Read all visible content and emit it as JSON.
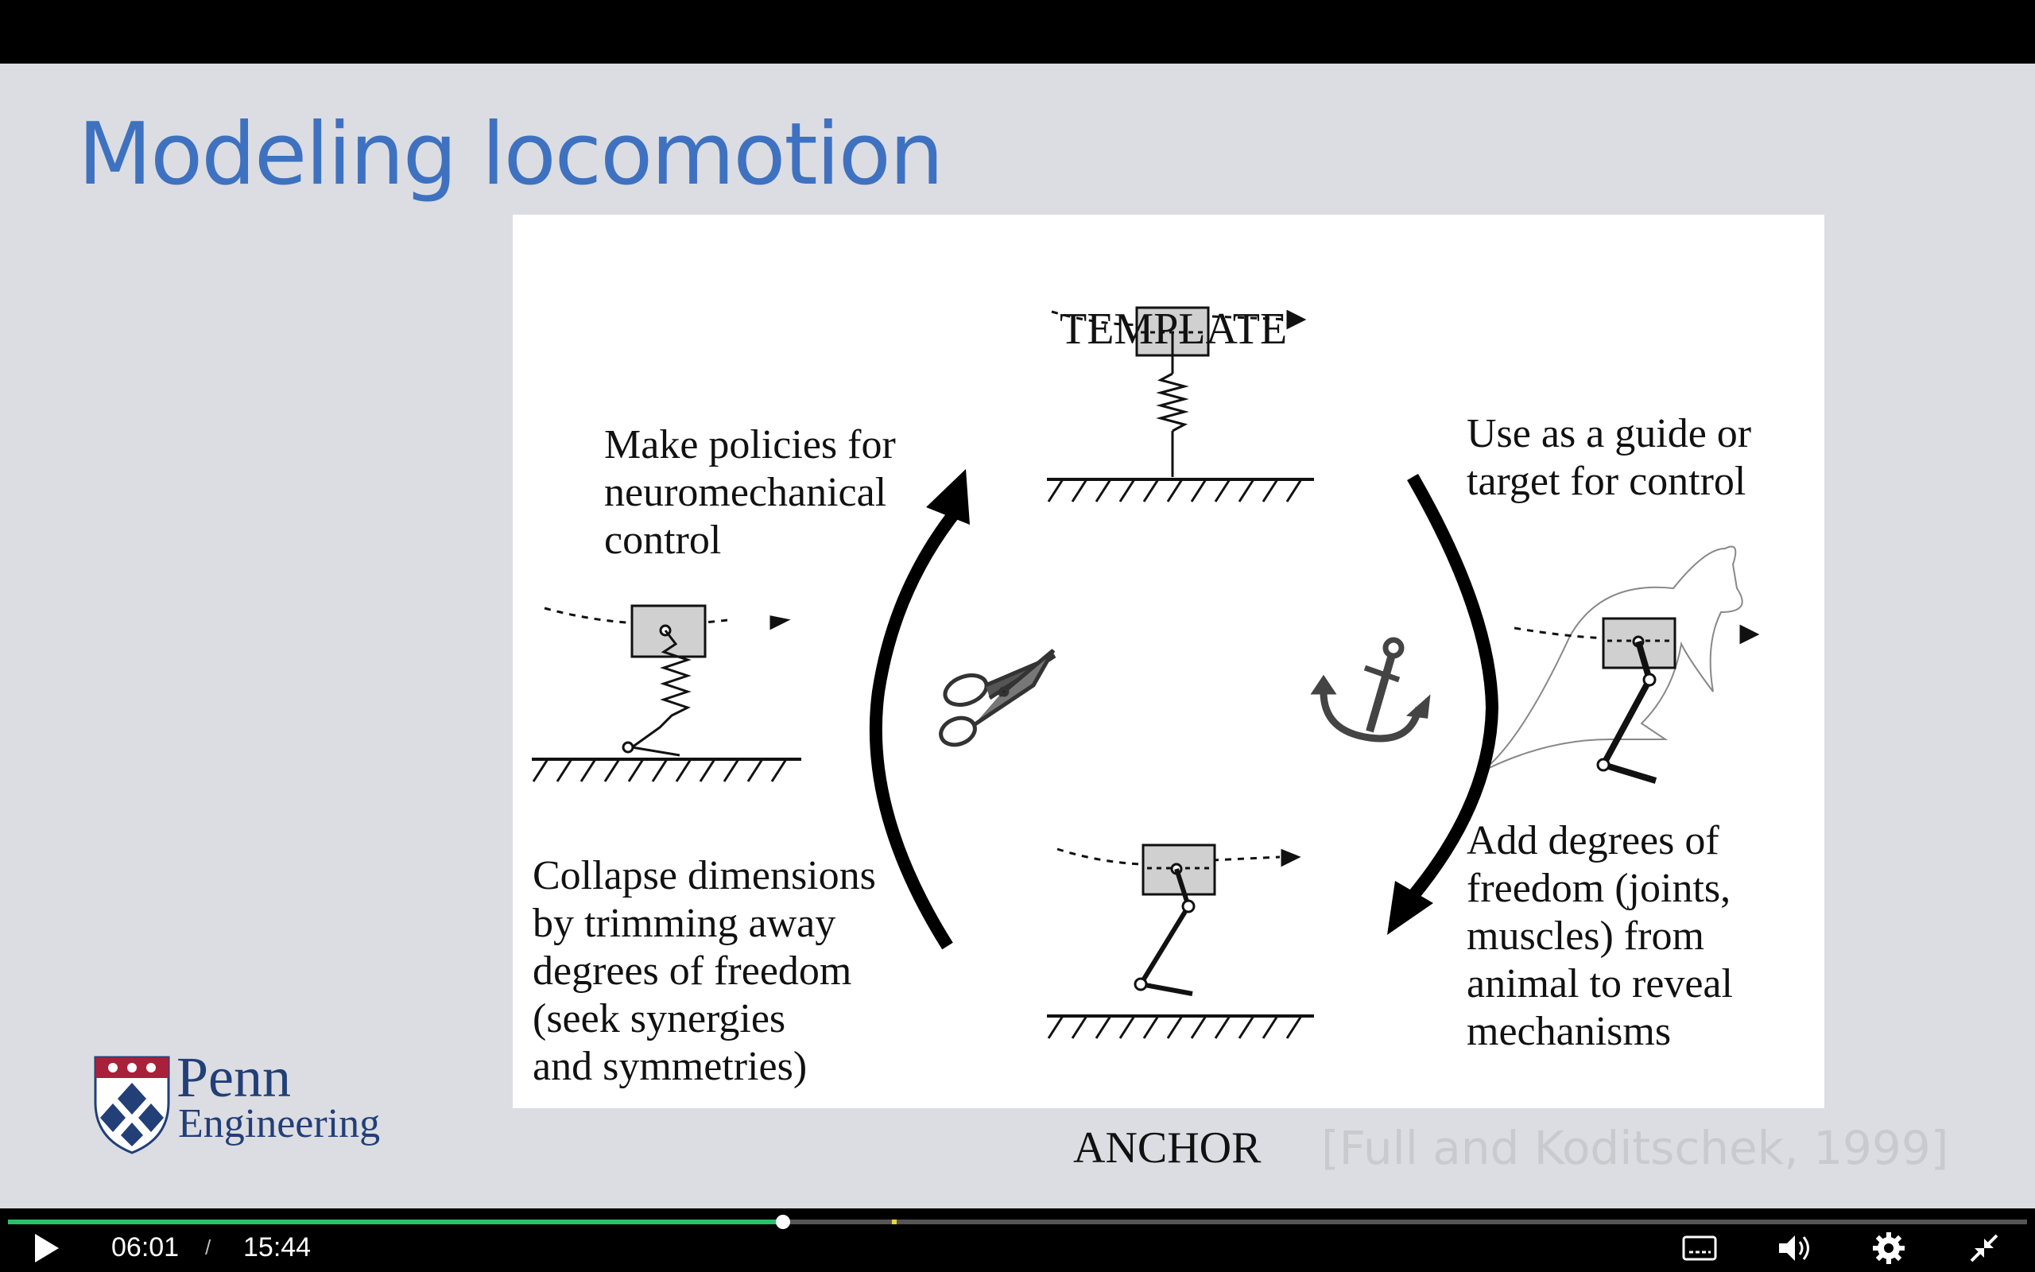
{
  "slide": {
    "title": "Modeling locomotion",
    "citation": "[Full and Koditschek, 1999]",
    "logo": {
      "name": "Penn",
      "subtitle": "Engineering"
    }
  },
  "figure": {
    "template_label": "TEMPLATE",
    "anchor_label": "ANCHOR",
    "top_left_text": "Make policies for\nneuromechanical\ncontrol",
    "top_right_text": "Use as a guide or\ntarget for control",
    "bottom_left_text": "Collapse dimensions\nby trimming away\ndegrees of freedom\n(seek synergies\nand symmetries)",
    "bottom_right_text": "Add degrees of\nfreedom (joints,\nmuscles) from\nanimal to reveal\nmechanisms",
    "icons": [
      "scissors-icon",
      "anchor-icon",
      "kangaroo-outline"
    ]
  },
  "player": {
    "current_time": "06:01",
    "separator": "/",
    "total_time": "15:44",
    "progress": 0.3837,
    "buffered_marker": 0.4377,
    "colors": {
      "progress": "#27c16a",
      "marker": "#e9d53a"
    }
  }
}
